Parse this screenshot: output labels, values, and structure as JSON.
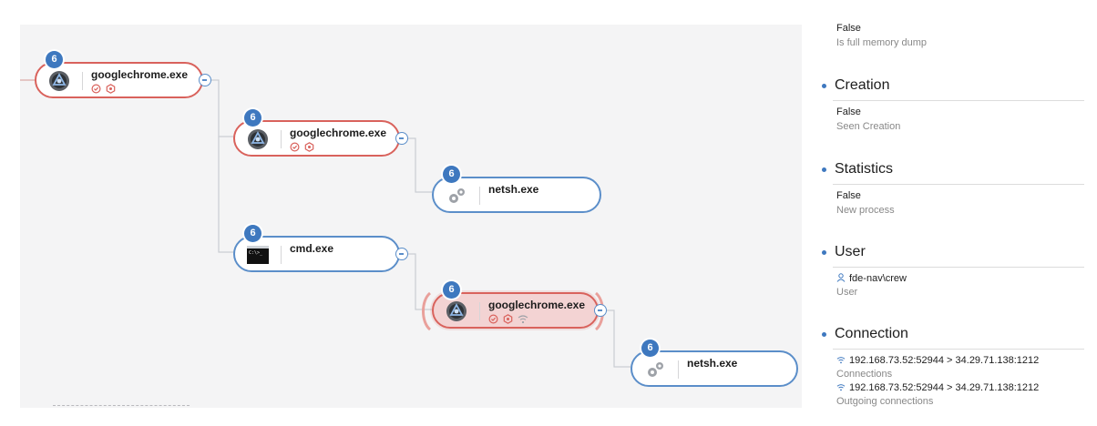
{
  "graph": {
    "nodes": [
      {
        "id": "n1",
        "name": "googlechrome.exe",
        "count": "6",
        "icon": "chrome-app-icon",
        "badges": [
          "shield-check-icon",
          "hexagon-alert-icon"
        ],
        "state": "suspicious"
      },
      {
        "id": "n2",
        "name": "googlechrome.exe",
        "count": "6",
        "icon": "chrome-app-icon",
        "badges": [
          "shield-check-icon",
          "hexagon-alert-icon"
        ],
        "state": "suspicious"
      },
      {
        "id": "n3",
        "name": "netsh.exe",
        "count": "6",
        "icon": "gears-icon",
        "badges": [],
        "state": "normal"
      },
      {
        "id": "n4",
        "name": "cmd.exe",
        "count": "6",
        "icon": "terminal-icon",
        "badges": [],
        "state": "normal"
      },
      {
        "id": "n5",
        "name": "googlechrome.exe",
        "count": "6",
        "icon": "chrome-app-icon",
        "badges": [
          "shield-check-icon",
          "hexagon-alert-icon",
          "wifi-icon"
        ],
        "state": "selected"
      },
      {
        "id": "n6",
        "name": "netsh.exe",
        "count": "6",
        "icon": "gears-icon",
        "badges": [],
        "state": "normal"
      }
    ]
  },
  "details": {
    "top": {
      "value": "False",
      "label": "Is full memory dump"
    },
    "creation": {
      "heading": "Creation",
      "value": "False",
      "label": "Seen Creation"
    },
    "statistics": {
      "heading": "Statistics",
      "value": "False",
      "label": "New process"
    },
    "user": {
      "heading": "User",
      "value": "fde-nav\\crew",
      "label": "User"
    },
    "connection": {
      "heading": "Connection",
      "items": [
        {
          "value": "192.168.73.52:52944 > 34.29.71.138:1212",
          "label": "Connections"
        },
        {
          "value": "192.168.73.52:52944 > 34.29.71.138:1212",
          "label": "Outgoing connections"
        }
      ]
    }
  },
  "colors": {
    "canvas": "#f4f4f5",
    "accent": "#3e78bf",
    "alert": "#d9625c",
    "selected_fill": "#f3d3d3"
  }
}
